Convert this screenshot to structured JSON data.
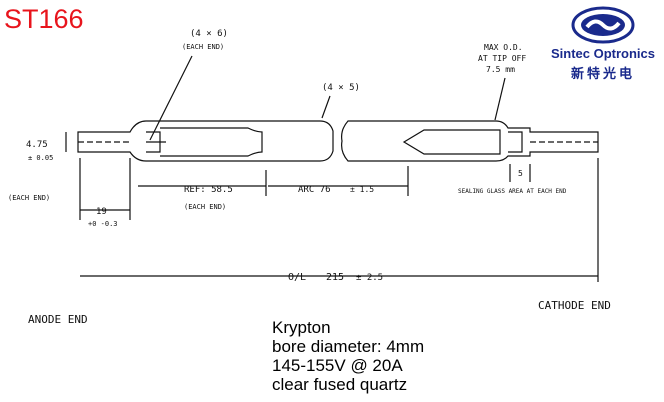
{
  "model": "ST166",
  "logo": {
    "brand": "Sintec Optronics",
    "chinese": "新特光电",
    "colors": {
      "brand_blue": "#1a2a8c",
      "model_red": "#e8141c"
    }
  },
  "labels": {
    "anode_end": "ANODE END",
    "cathode_end": "CATHODE END",
    "dim_4x6": "(4 × 6)",
    "each_end_1": "(EACH END)",
    "dim_4x5": "(4 × 5)",
    "max_od_1": "MAX O.D.",
    "max_od_2": "AT TIP OFF",
    "max_od_3": "7.5 mm",
    "dia_value": "4.75",
    "dia_tol": "± 0.05",
    "each_end_2": "(EACH END)",
    "len_19": "19",
    "len_19_tol": "+0 -0.3",
    "ref_585": "REF: 58.5",
    "each_end_3": "(EACH END)",
    "arc_76": "ARC 76",
    "arc_tol": "± 1.5",
    "seal_5": "5",
    "sealing_note": "SEALING GLASS AREA AT EACH END",
    "overall": "O/L",
    "overall_value": "215",
    "overall_tol": "± 2.5"
  },
  "description": [
    "Krypton",
    "bore diameter: 4mm",
    "145-155V @ 20A",
    "clear fused quartz"
  ]
}
